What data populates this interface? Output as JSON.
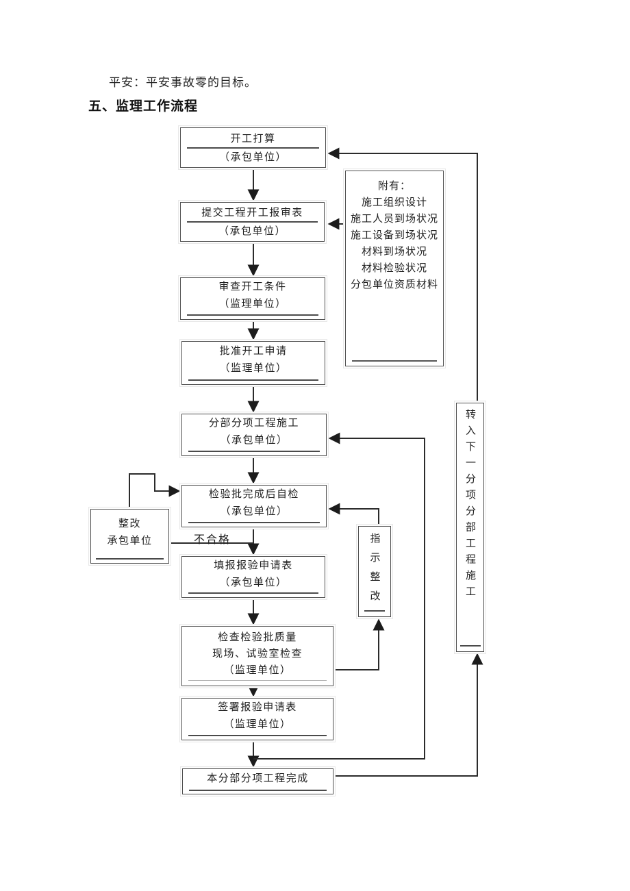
{
  "page": {
    "intro": "平安：平安事故零的目标。",
    "heading": "五、监理工作流程"
  },
  "flow": {
    "start": {
      "title": "开工打算",
      "org": "（承包单位）"
    },
    "submit": {
      "title": "提交工程开工报审表",
      "org": "（承包单位）"
    },
    "review": {
      "title": "审查开工条件",
      "org": "（监理单位）"
    },
    "approve": {
      "title": "批准开工申请",
      "org": "（监理单位）"
    },
    "construct": {
      "title": "分部分项工程施工",
      "org": "（承包单位）"
    },
    "self_check": {
      "title": "检验批完成后自检",
      "org": "（承包单位）"
    },
    "rectify": {
      "title": "整改",
      "org": "承包单位"
    },
    "fill_form": {
      "title": "填报报验申请表",
      "org": "（承包单位）"
    },
    "inspect": {
      "line1": "检查检验批质量",
      "line2": "现场、试验室检查",
      "org": "（监理单位）"
    },
    "instruct": {
      "text": "指示整改"
    },
    "sign": {
      "title": "签署报验申请表",
      "org": "（监理单位）"
    },
    "complete": {
      "title": "本分部分项工程完成"
    },
    "next_loop": {
      "text": "转入下一分项分部工程施工"
    },
    "attachment": {
      "title": "附有：",
      "items": [
        "施工组织设计",
        "施工人员到场状况",
        "施工设备到场状况",
        "材料到场状况",
        "材料检验状况",
        "分包单位资质材料"
      ]
    },
    "labels": {
      "fail": "不合格"
    }
  },
  "colors": {
    "line": "#2b2b2b",
    "border": "#4f4f4f",
    "text": "#1f1f1f"
  }
}
